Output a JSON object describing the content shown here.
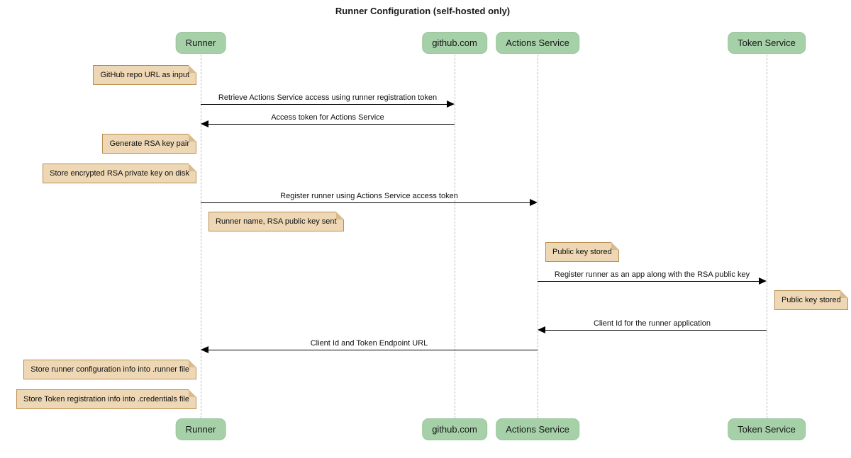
{
  "title": "Runner Configuration (self-hosted only)",
  "participants": [
    {
      "id": "runner",
      "label": "Runner"
    },
    {
      "id": "github",
      "label": "github.com"
    },
    {
      "id": "actions",
      "label": "Actions Service"
    },
    {
      "id": "token",
      "label": "Token Service"
    }
  ],
  "messages": [
    {
      "from": "Runner",
      "to": "github.com",
      "text": "Retrieve Actions Service access using runner registration token"
    },
    {
      "from": "github.com",
      "to": "Runner",
      "text": "Access token for Actions Service"
    },
    {
      "from": "Runner",
      "to": "Actions Service",
      "text": "Register runner using Actions Service access token"
    },
    {
      "from": "Actions Service",
      "to": "Token Service",
      "text": "Register runner as an app along with the RSA public key"
    },
    {
      "from": "Token Service",
      "to": "Actions Service",
      "text": "Client Id for the runner application"
    },
    {
      "from": "Actions Service",
      "to": "Runner",
      "text": "Client Id and Token Endpoint URL"
    }
  ],
  "notes": [
    {
      "text": "GitHub repo URL as input",
      "anchor": "left of Runner"
    },
    {
      "text": "Generate RSA key pair",
      "anchor": "left of Runner"
    },
    {
      "text": "Store encrypted RSA private key on disk",
      "anchor": "left of Runner"
    },
    {
      "text": "Runner name, RSA public key sent",
      "anchor": "right of Runner"
    },
    {
      "text": "Public key stored",
      "anchor": "right of Actions Service"
    },
    {
      "text": "Public key stored",
      "anchor": "right of Token Service"
    },
    {
      "text": "Store runner configuration info into .runner file",
      "anchor": "left of Runner"
    },
    {
      "text": "Store Token registration info into .credentials file",
      "anchor": "left of Runner"
    }
  ],
  "colors": {
    "participant_fill": "#a6d1a8",
    "participant_border": "#9ac59c",
    "note_fill": "#eed7b4",
    "note_border": "#b98d50",
    "lifeline": "#bcbcbc",
    "arrow": "#000000"
  }
}
